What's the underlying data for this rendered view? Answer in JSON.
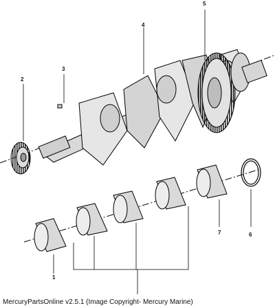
{
  "callouts": {
    "c1": "1",
    "c2": "2",
    "c3": "3",
    "c4": "4",
    "c5": "5",
    "c6": "6",
    "c7": "7"
  },
  "footer": {
    "caption": "MercuryPartsOnline v2.5.1 (Image Copyright- Mercury Marine)"
  }
}
